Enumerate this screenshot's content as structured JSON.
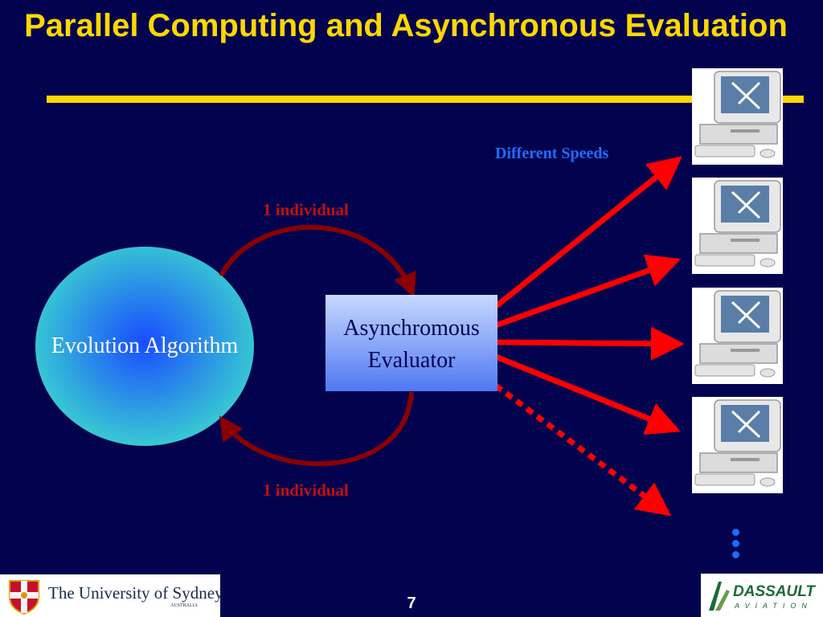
{
  "title": "Parallel Computing and Asynchronous Evaluation",
  "diagram": {
    "evolution_label": "Evolution Algorithm",
    "evaluator_line1": "Asynchromous",
    "evaluator_line2": "Evaluator",
    "top_flow_label": "1 individual",
    "bottom_flow_label": "1 individual",
    "speeds_label": "Different Speeds",
    "computers": [
      "computer-1",
      "computer-2",
      "computer-3",
      "computer-4"
    ]
  },
  "colors": {
    "background": "#02024f",
    "title": "#ffd700",
    "arrow": "#ff0000",
    "loop_arrow": "#8b0000",
    "speeds_text": "#1e6cff"
  },
  "footer": {
    "university_name": "The University of Sydney",
    "university_sub": "AUSTRALIA",
    "page_number": "7",
    "dassault_name": "DASSAULT",
    "dassault_sub": "AVIATION"
  }
}
